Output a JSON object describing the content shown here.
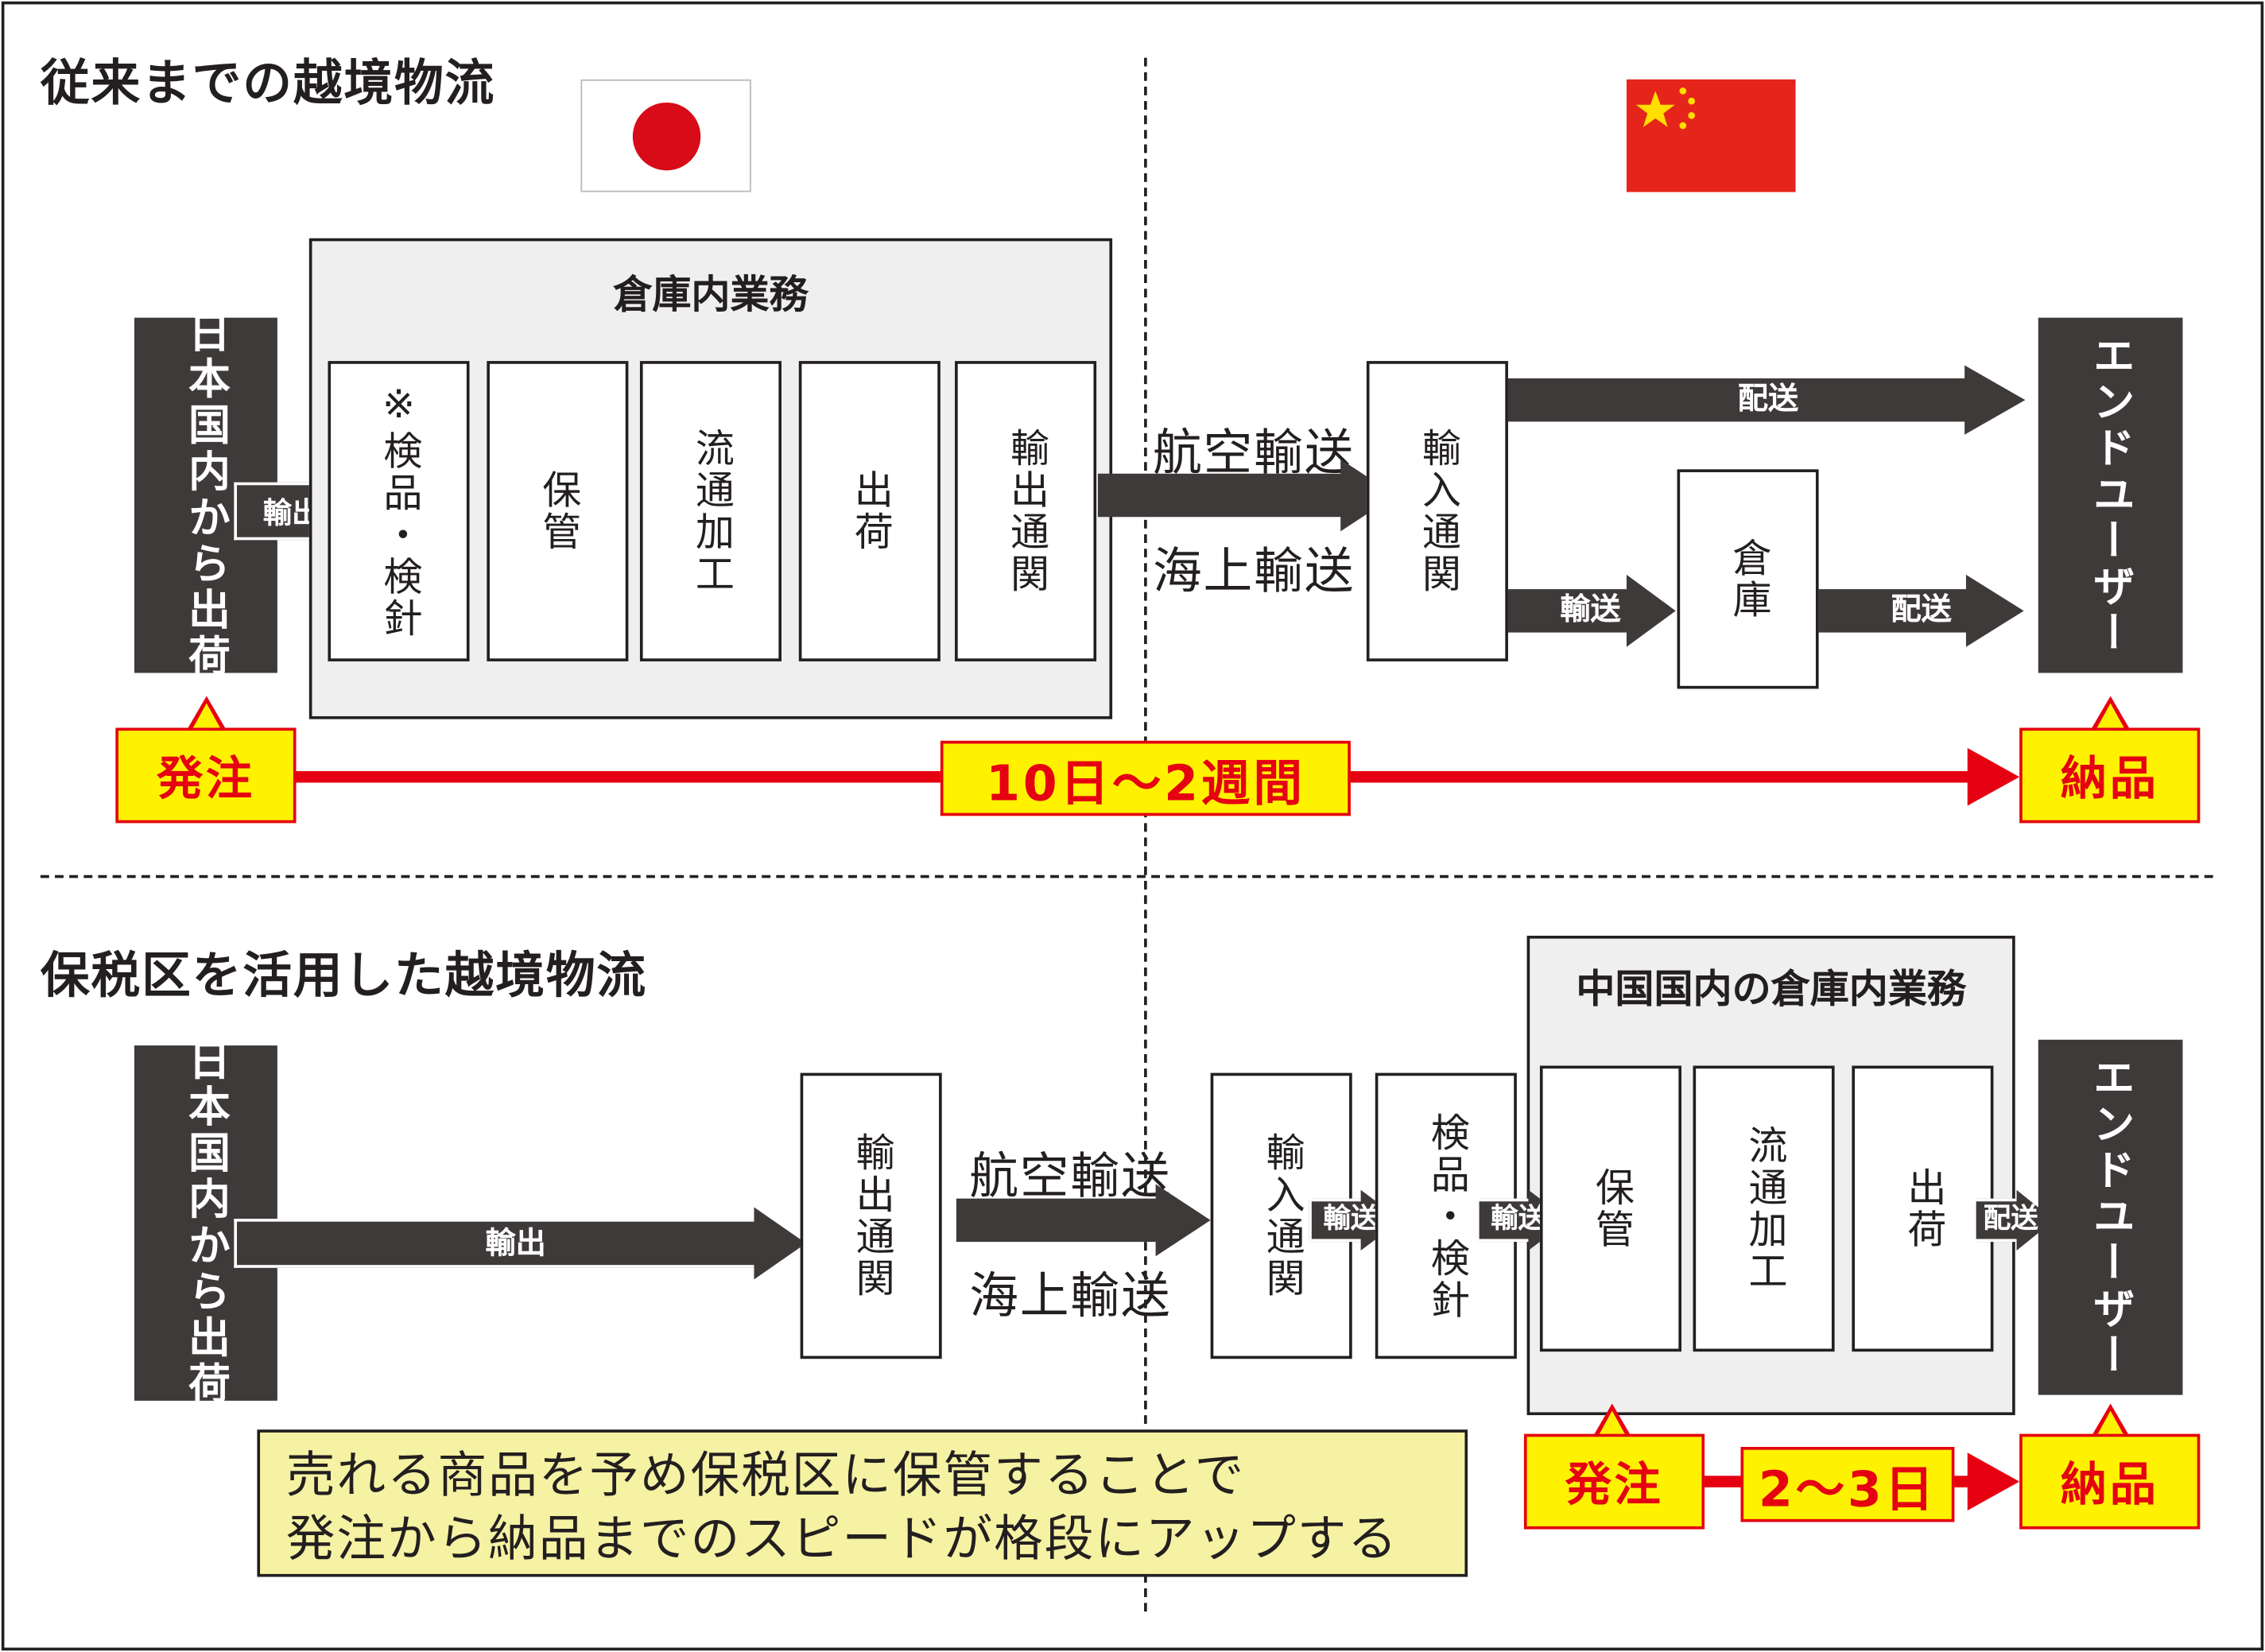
{
  "colors": {
    "red": "#e50012",
    "yellow": "#fff200",
    "dark": "#3e3a39",
    "gray": "#efeff0",
    "note": "#f5f2a3"
  },
  "top": {
    "title": "従来までの越境物流",
    "warehouse_title": "倉庫内業務",
    "source": "日本国内から出荷",
    "arrow_export": "輸出",
    "steps": [
      "※検品・検針",
      "保管",
      "流通加工",
      "出荷",
      "輸出通関"
    ],
    "transport_air": "航空輸送",
    "transport_sea": "海上輸送",
    "import_customs": "輸入通関",
    "delivery_label": "配送",
    "transport_label": "輸送",
    "warehouse": "倉庫",
    "delivery_label2": "配送",
    "end_user": "エンドユーザー",
    "order": "発注",
    "duration": "10日〜2週間",
    "delivered": "納品"
  },
  "bottom": {
    "title": "保税区を活用した越境物流",
    "source": "日本国内から出荷",
    "arrow_export": "輸出",
    "export_customs": "輸出通関",
    "transport_air": "航空輸送",
    "transport_sea": "海上輸送",
    "import_customs": "輸入通関",
    "transport_label1": "輸送",
    "inspection": "検品・検針",
    "transport_label2": "輸送",
    "warehouse_title": "中国国内の倉庫内業務",
    "steps": [
      "保管",
      "流通加工",
      "出荷"
    ],
    "delivery_label": "配送",
    "end_user": "エンドユーザー",
    "order": "発注",
    "duration": "2〜3日",
    "delivered": "納品",
    "note_line1": "売れる商品を予め保税区に保管することで",
    "note_line2": "発注から納品までのスピードが格段にアップする"
  },
  "flags": {
    "japan": "japan-flag",
    "china": "china-flag"
  }
}
